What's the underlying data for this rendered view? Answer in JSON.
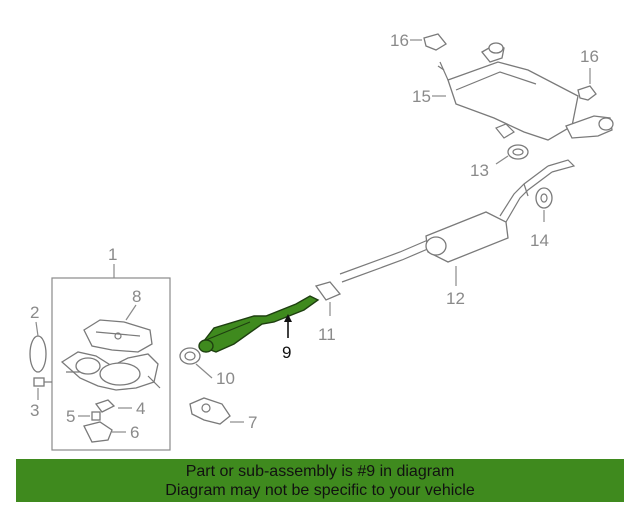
{
  "diagram": {
    "callouts": {
      "c1": "1",
      "c2": "2",
      "c3": "3",
      "c4": "4",
      "c5": "5",
      "c6": "6",
      "c7": "7",
      "c8": "8",
      "c9": "9",
      "c10": "10",
      "c11": "11",
      "c12": "12",
      "c13": "13",
      "c14": "14",
      "c15": "15",
      "c16a": "16",
      "c16b": "16"
    },
    "highlighted_part": "9",
    "colors": {
      "highlight": "#3f8a1e",
      "banner": "#3f8a1e",
      "line": "#7a7a7a",
      "callout_text": "#8a8a8a"
    }
  },
  "banner": {
    "line1": "Part or sub-assembly is #9 in diagram",
    "line2": "Diagram may not be specific to your vehicle"
  }
}
